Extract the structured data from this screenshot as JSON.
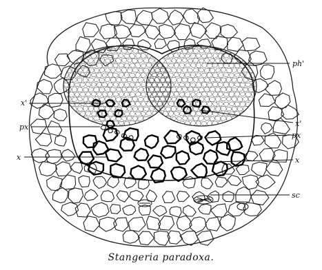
{
  "figure": {
    "labels": {
      "ph": "ph'",
      "x_prime_left": "x'",
      "x_prime_right": "x'",
      "px_left": "px",
      "px_right": "px",
      "x_left": "x",
      "x_right": "x",
      "sc": "sc"
    },
    "caption": "Stangeria paradoxa."
  }
}
